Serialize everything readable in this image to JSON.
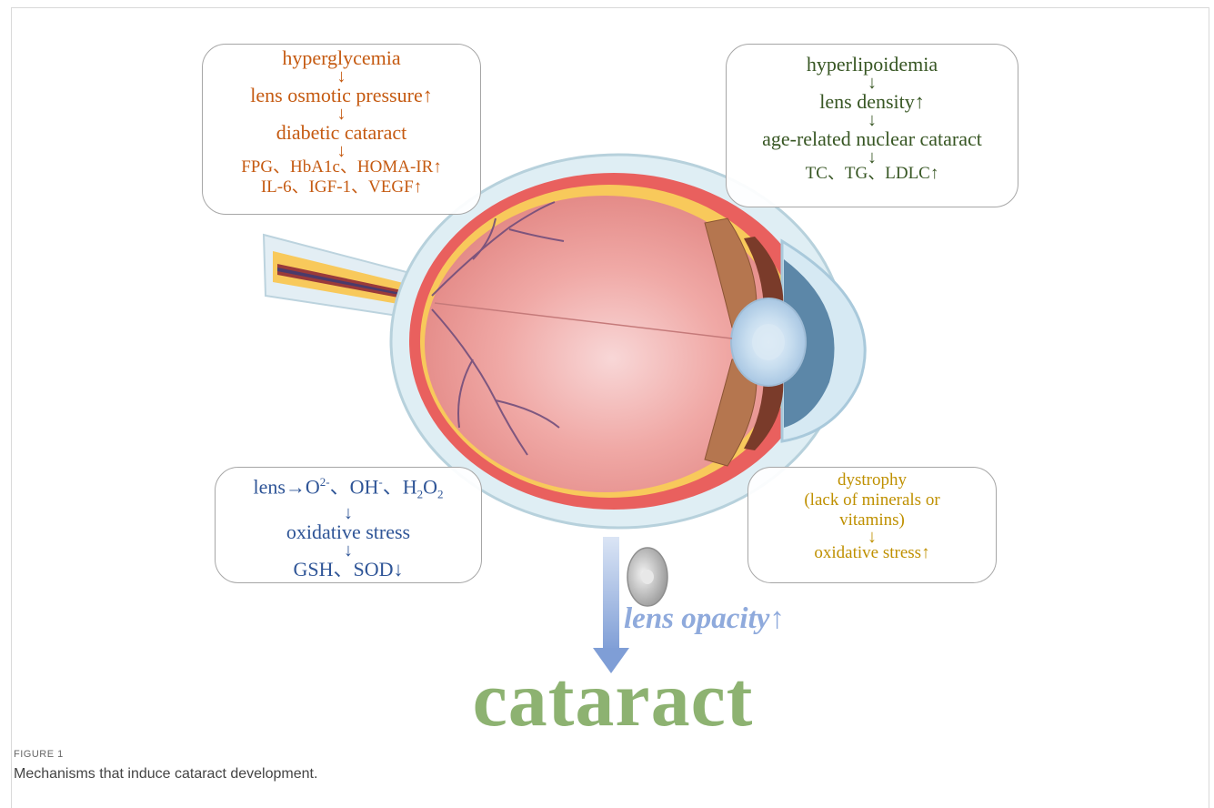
{
  "boxes": {
    "diabetes": {
      "lines": [
        "hyperglycemia",
        "↓",
        "lens osmotic pressure↑",
        "↓",
        "diabetic cataract",
        "↓",
        "FPG、HbA1c、HOMA-IR↑",
        "IL-6、IGF-1、VEGF↑"
      ]
    },
    "lipid": {
      "lines": [
        "hyperlipoidemia",
        "↓",
        "lens density↑",
        "↓",
        "age-related nuclear cataract",
        "↓",
        "TC、TG、LDLC↑"
      ]
    },
    "oxidative": {
      "line1_prefix": "lens→O",
      "line1_sup1": "2-",
      "line1_mid": "、OH",
      "line1_sup2": "-",
      "line1_h2o2_a": "、H",
      "line1_sub1": "2",
      "line1_h2o2_b": "O",
      "line1_sub2": "2",
      "arrow1": "↓",
      "line2": "oxidative stress",
      "arrow2": "↓",
      "line3": "GSH、SOD↓"
    },
    "dystrophy": {
      "lines": [
        "dystrophy",
        "(lack of minerals or",
        "vitamins)",
        "↓",
        "oxidative stress↑"
      ]
    }
  },
  "lens_opacity_label": "lens opacity↑",
  "outcome_label": "cataract",
  "figure_label": "FIGURE 1",
  "figure_caption": "Mechanisms that induce cataract development.",
  "icons": [
    "eyeball-cross-section-icon",
    "cloudy-lens-icon",
    "down-arrow-icon"
  ],
  "colors": {
    "diabetes_text": "#c55a11",
    "lipid_text": "#375623",
    "oxidative_text": "#2f5597",
    "dystrophy_text": "#bf9000",
    "lens_opacity_text": "#8faadc",
    "cataract_text": "#8db271"
  }
}
